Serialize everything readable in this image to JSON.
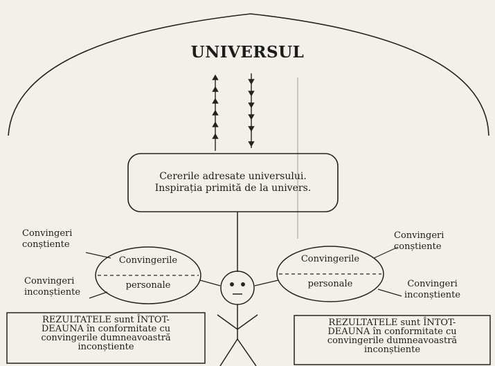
{
  "title": "UNIVERSUL",
  "center_box": {
    "line1": "Cererile adresate universului.",
    "line2": "Inspirația primită de la univers."
  },
  "left": {
    "conscious": [
      "Convingeri",
      "conștiente"
    ],
    "unconscious": [
      "Convingeri",
      "inconștiente"
    ],
    "oval_top": "Convingerile",
    "oval_bottom": "personale",
    "result_lines": [
      "REZULTATELE sunt ÎNTOT-",
      "DEAUNA în conformitate cu",
      "convingerile dumneavoastră",
      "inconștiente"
    ]
  },
  "right": {
    "conscious": [
      "Convingeri",
      "conștiente"
    ],
    "unconscious": [
      "Convingeri",
      "inconștiente"
    ],
    "oval_top": "Convingerile",
    "oval_bottom": "personale",
    "result_lines": [
      "REZULTATELE sunt ÎNTOT-",
      "DEAUNA în conformitate cu",
      "convingerile dumneavoastră",
      "inconștiente"
    ]
  }
}
